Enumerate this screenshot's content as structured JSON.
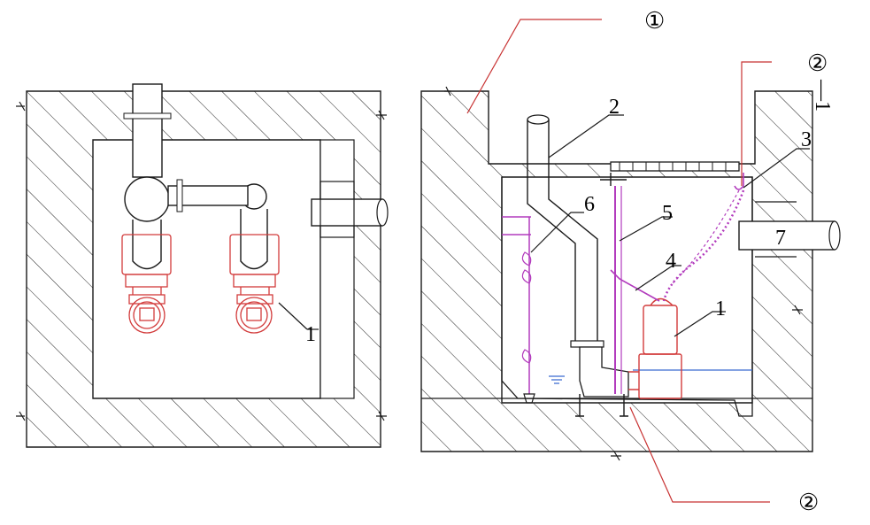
{
  "colors": {
    "line": "#1a1a1a",
    "pump": "#d23b3b",
    "pipe_pink": "#b23bbd",
    "leader_red": "#c83232",
    "water": "#3a6bd0"
  },
  "left_view": {
    "pump_label": "1"
  },
  "right_view": {
    "callouts": {
      "c1": "①",
      "c2_1_circle": "②",
      "c2_1_suffix": "—1",
      "c2": "②"
    },
    "labels": {
      "pump": "1",
      "discharge_pipe": "2",
      "hook": "3",
      "cable": "4",
      "guide_rail": "5",
      "float_rope": "6",
      "inlet_pipe": "7"
    }
  }
}
